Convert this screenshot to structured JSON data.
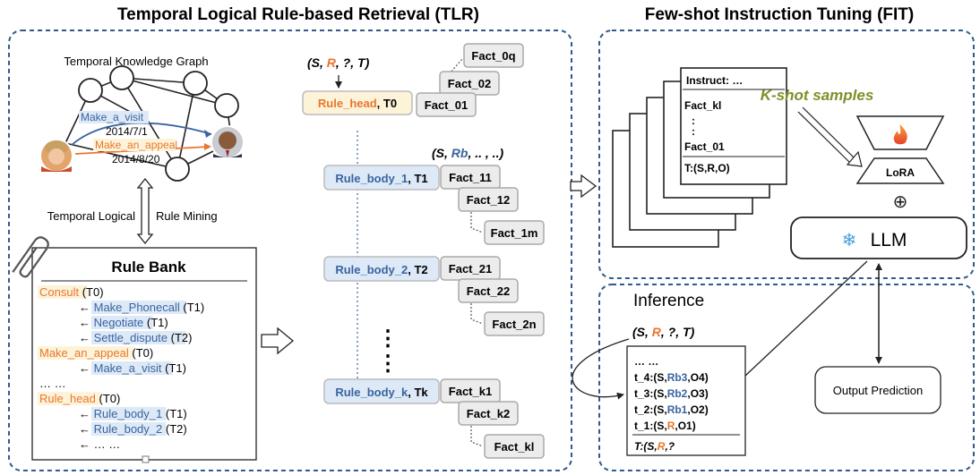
{
  "titles": {
    "tlr": "Temporal Logical Rule-based Retrieval (TLR)",
    "fit": "Few-shot Instruction Tuning (FIT)"
  },
  "tkg": {
    "label": "Temporal Knowledge Graph",
    "edge_visit": "Make_a_visit",
    "date_visit": "2014/7/1",
    "edge_appeal": "Make_an_appeal",
    "date_appeal": "2014/8/20"
  },
  "mining": {
    "left": "Temporal Logical",
    "right": "Rule Mining"
  },
  "rule_bank": {
    "title": "Rule Bank",
    "lines": [
      {
        "head": "Consult",
        "time": " (T0)"
      },
      {
        "arrow": "← ",
        "body": "Make_Phonecall",
        "time": " (T1)"
      },
      {
        "arrow": "← ",
        "body": "Negotiate",
        "time": " (T1)"
      },
      {
        "arrow": "← ",
        "body": "Settle_dispute",
        "time": " (T2)"
      },
      {
        "head": "Make_an_appeal",
        "time": " (T0)"
      },
      {
        "arrow": "← ",
        "body": "Make_a_visit",
        "time": " (T1)"
      },
      {
        "plain": "… …"
      },
      {
        "head": "Rule_head",
        "time": " (T0)"
      },
      {
        "arrow": "← ",
        "body": "Rule_body_1",
        "time": " (T1)"
      },
      {
        "arrow": "← ",
        "body": "Rule_body_2",
        "time": " (T2)"
      },
      {
        "arrow": "← … …",
        "body": "",
        "time": ""
      }
    ]
  },
  "retrieval": {
    "query": {
      "s": "(S, ",
      "r": "R",
      "rest": ", ?,  T)"
    },
    "head": {
      "name": "Rule_head",
      "time": ", T0"
    },
    "body_query": {
      "s": "(S, ",
      "rb": "Rb",
      "rest": ", .. , ..)"
    },
    "facts_head": [
      "Fact_0q",
      "Fact_02",
      "Fact_01"
    ],
    "bodies": [
      {
        "name": "Rule_body_1",
        "time": ", T1",
        "facts": [
          "Fact_11",
          "Fact_12",
          "Fact_1m"
        ]
      },
      {
        "name": "Rule_body_2",
        "time": ", T2",
        "facts": [
          "Fact_21",
          "Fact_22",
          "Fact_2n"
        ]
      },
      {
        "name": "Rule_body_k",
        "time": ", Tk",
        "facts": [
          "Fact_k1",
          "Fact_k2",
          "Fact_kl"
        ]
      }
    ],
    "ellipsis": "⋮"
  },
  "fit": {
    "card_lines": [
      "Instruct: …",
      "Fact_kl",
      ":",
      ":",
      "Fact_01",
      "T:(S,R,O)"
    ],
    "kshot": "K-shot samples",
    "lora": "LoRA",
    "llm": "LLM",
    "plus": "⊕",
    "snowflake": "❄"
  },
  "inference": {
    "title": "Inference",
    "query": {
      "s": "(S, ",
      "r": "R",
      "rest": ", ?,  T)"
    },
    "lines": [
      {
        "pre": "… …",
        "hl": "",
        "post": ""
      },
      {
        "pre": "t_4:(S,",
        "hl": "Rb3",
        "post": ",O4)"
      },
      {
        "pre": "t_3:(S,",
        "hl": "Rb2",
        "post": ",O3)"
      },
      {
        "pre": "t_2:(S,",
        "hl": "Rb1",
        "post": ",O2)"
      },
      {
        "pre": "t_1:(S,",
        "hl": "R",
        "post": ",O1)"
      }
    ],
    "last": {
      "pre": "T:(S,",
      "hl": "R",
      "post": ",?"
    },
    "output": "Output Prediction"
  },
  "colors": {
    "dash": "#2f5b8c",
    "orange": "#e8772e",
    "blue": "#3a64a0",
    "olive": "#7f8f2a",
    "head_fill": "#fdf3d9",
    "body_fill": "#dde9f6",
    "fact_fill": "#ececec"
  }
}
